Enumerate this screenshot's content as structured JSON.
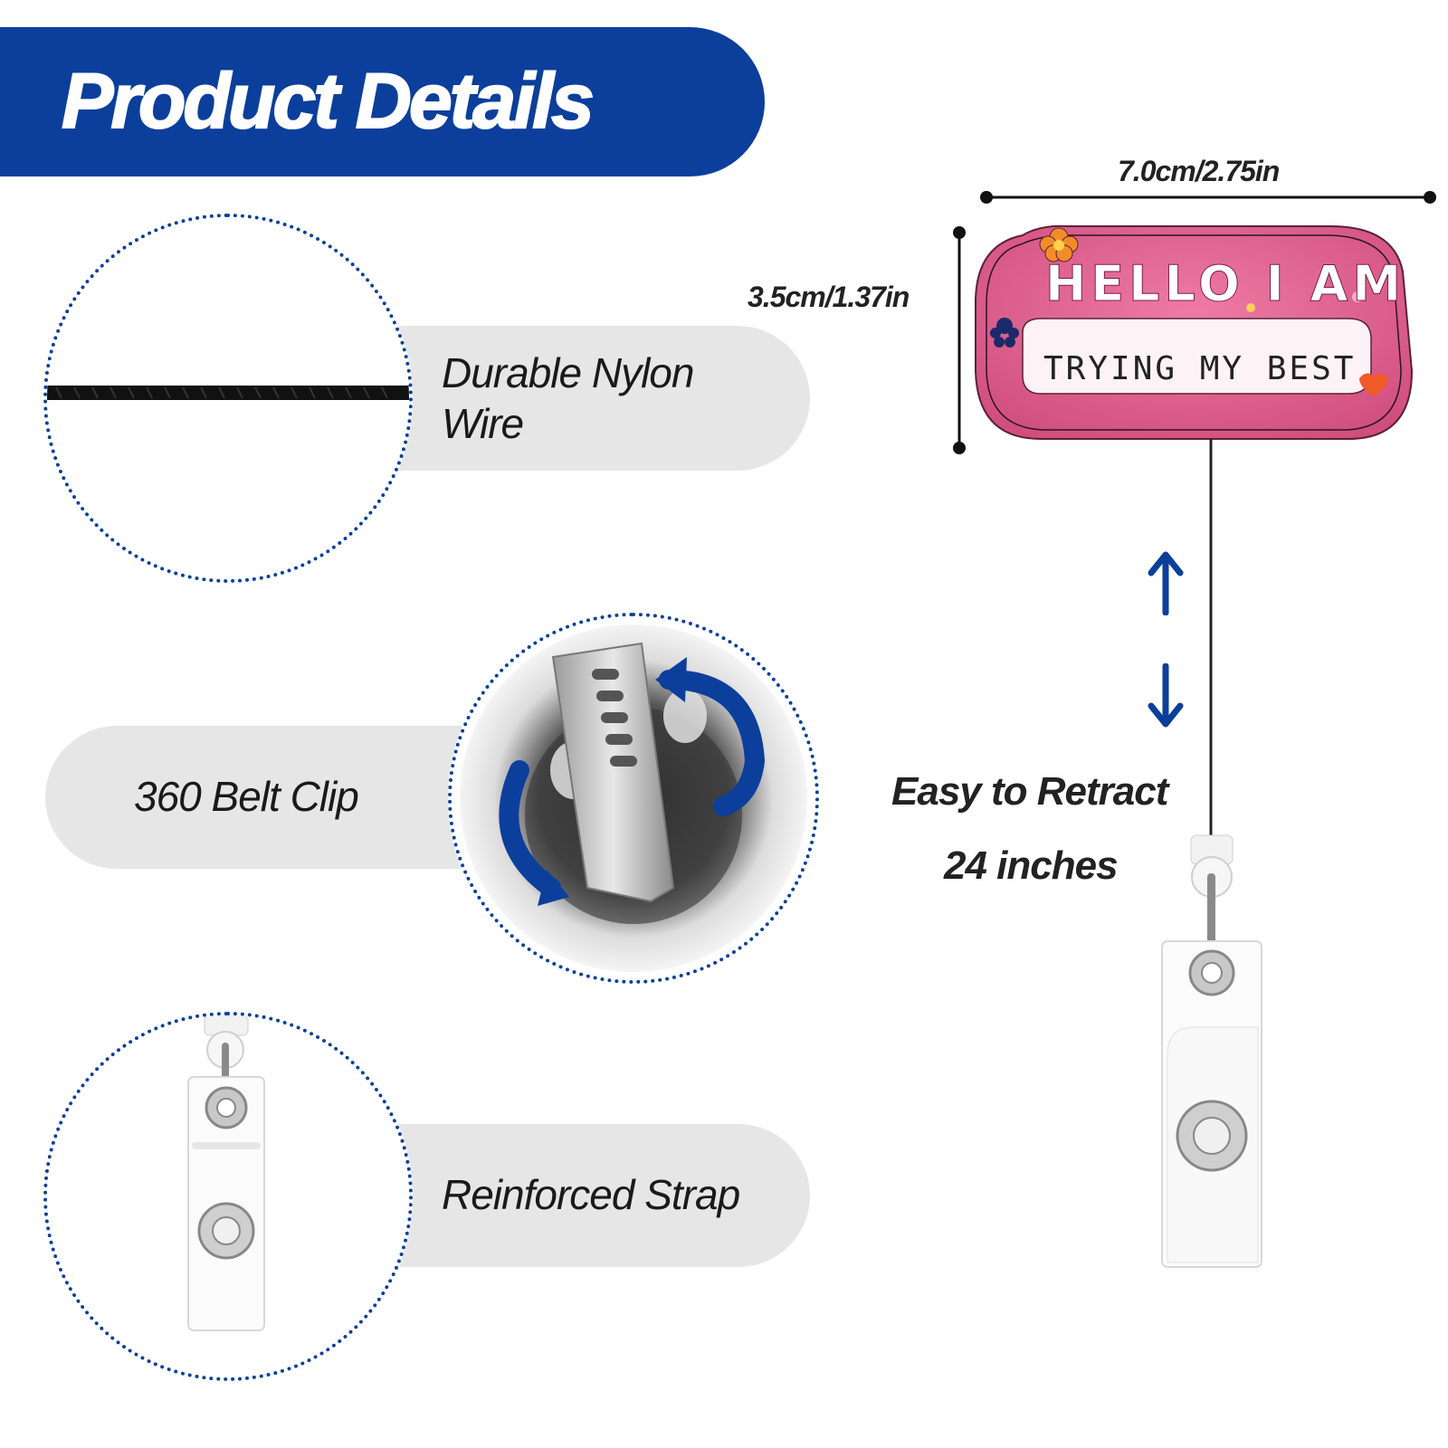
{
  "header": {
    "title": "Product Details",
    "banner_color": "#0b3f9b"
  },
  "features": [
    {
      "label": "Durable Nylon Wire",
      "icon": "nylon-wire-icon"
    },
    {
      "label": "360 Belt Clip",
      "icon": "belt-clip-icon"
    },
    {
      "label": "Reinforced Strap",
      "icon": "strap-icon"
    }
  ],
  "dimensions": {
    "width_label": "7.0cm/2.75in",
    "height_label": "3.5cm/1.37in"
  },
  "retract": {
    "title": "Easy to Retract",
    "length": "24 inches",
    "arrow_up_icon": "arrow-up-icon",
    "arrow_down_icon": "arrow-down-icon"
  },
  "badge": {
    "line1": "HELLO I AM",
    "line2": "TRYING MY BEST",
    "color": "#e0608e"
  },
  "colors": {
    "accent": "#0b3f9b",
    "pill": "#e6e6e6",
    "text": "#1a1a1a"
  }
}
